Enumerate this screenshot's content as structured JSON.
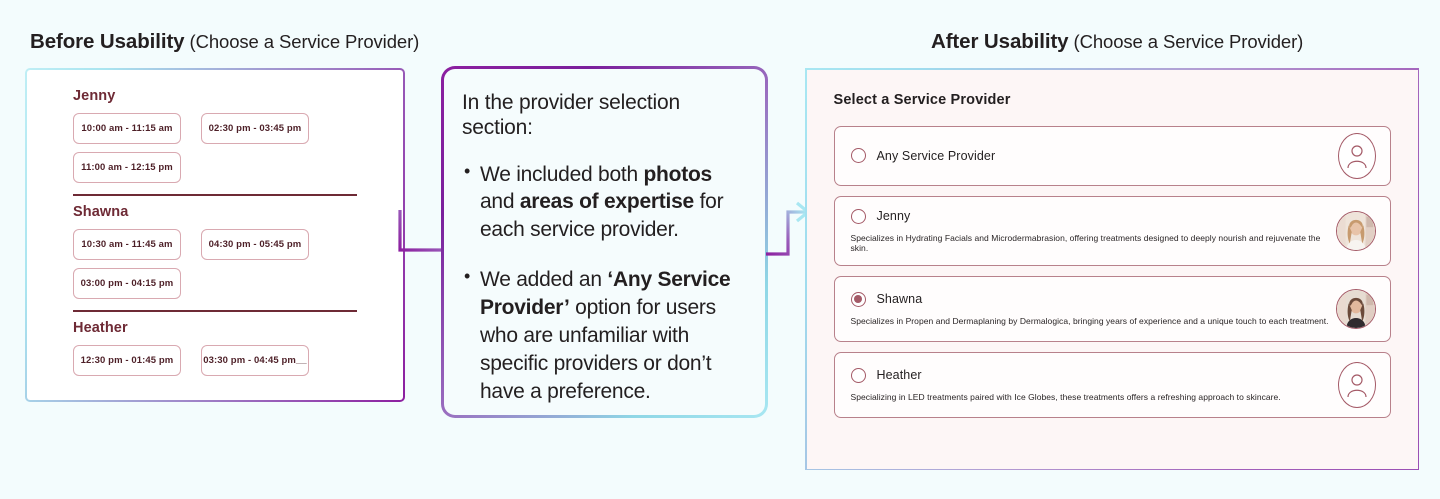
{
  "headings": {
    "before": {
      "strong": "Before Usability",
      "light": " (Choose a Service Provider)"
    },
    "after": {
      "strong": "After Usability",
      "light": " (Choose a Service Provider)"
    }
  },
  "before_panel": {
    "providers": [
      {
        "name": "Jenny",
        "slots": [
          [
            "10:00 am - 11:15 am",
            "02:30 pm - 03:45 pm"
          ],
          [
            "11:00 am - 12:15 pm",
            ""
          ]
        ]
      },
      {
        "name": "Shawna",
        "slots": [
          [
            "10:30 am - 11:45 am",
            "04:30 pm - 05:45 pm"
          ],
          [
            "03:00 pm - 04:15 pm",
            ""
          ]
        ]
      },
      {
        "name": "Heather",
        "slots": [
          [
            "12:30 pm - 01:45 pm",
            "03:30 pm - 04:45 pm__"
          ]
        ]
      }
    ]
  },
  "callout": {
    "lead": "In the provider selection section:",
    "bullet_glyph": "•",
    "items": [
      {
        "parts": [
          {
            "text": "We included both ",
            "bold": false
          },
          {
            "text": "photos",
            "bold": true
          },
          {
            "text": " and ",
            "bold": false
          },
          {
            "text": "areas of expertise",
            "bold": true
          },
          {
            "text": " for each service provider.",
            "bold": false
          }
        ]
      },
      {
        "parts": [
          {
            "text": "We added an ",
            "bold": false
          },
          {
            "text": "‘Any Service Provider’",
            "bold": true
          },
          {
            "text": " option for users who are unfamiliar with specific providers or don’t have a preference.",
            "bold": false
          }
        ]
      }
    ]
  },
  "after_panel": {
    "title": "Select a Service Provider",
    "options": [
      {
        "label": "Any Service Provider",
        "description": "",
        "selected": false,
        "avatar": "person-outline-icon"
      },
      {
        "label": "Jenny",
        "description": "Specializes in Hydrating Facials and Microdermabrasion, offering treatments designed to deeply nourish and rejuvenate the skin.",
        "selected": false,
        "avatar": "jenny-photo"
      },
      {
        "label": "Shawna",
        "description": "Specializes in Propen and Dermaplaning by Dermalogica, bringing years of experience and a unique touch to each treatment.",
        "selected": true,
        "avatar": "shawna-photo"
      },
      {
        "label": "Heather",
        "description": "Specializing in LED treatments paired with Ice Globes, these treatments offers a refreshing approach to skincare.",
        "selected": false,
        "avatar": "person-outline-icon"
      }
    ]
  },
  "colors": {
    "background": "#f3fcfd",
    "accent_purple": "#8c1fa0",
    "accent_cyan": "#a8e7f2",
    "maroon": "#6e2a35",
    "rose_border": "#b8818b",
    "after_panel_bg": "#fdf6f6",
    "callout_bg": "#f5fcfd"
  }
}
